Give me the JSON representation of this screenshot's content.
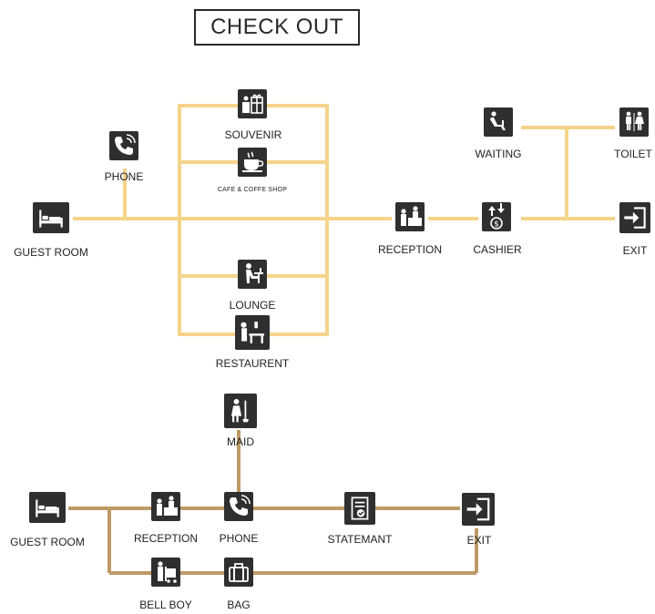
{
  "title": "CHECK OUT",
  "colors": {
    "upper_path": "#f5d48a",
    "lower_path": "#bd9a66",
    "icon_bg": "#2f2f2f"
  },
  "upper_flow": {
    "guest_room": {
      "label": "GUEST ROOM",
      "icon": "bed-icon"
    },
    "phone": {
      "label": "PHONE",
      "icon": "phone-icon"
    },
    "souvenir": {
      "label": "SOUVENIR",
      "icon": "gift-shop-icon"
    },
    "cafe": {
      "label": "CAFE & COFFE SHOP",
      "icon": "coffee-cup-icon"
    },
    "lounge": {
      "label": "LOUNGE",
      "icon": "lounge-icon"
    },
    "restaurent": {
      "label": "RESTAURENT",
      "icon": "restaurant-icon"
    },
    "reception": {
      "label": "RECEPTION",
      "icon": "reception-icon"
    },
    "cashier": {
      "label": "CASHIER",
      "icon": "cashier-icon"
    },
    "waiting": {
      "label": "WAITING",
      "icon": "waiting-icon"
    },
    "toilet": {
      "label": "TOILET",
      "icon": "toilet-icon"
    },
    "exit": {
      "label": "EXIT",
      "icon": "exit-icon"
    }
  },
  "lower_flow": {
    "guest_room": {
      "label": "GUEST ROOM",
      "icon": "bed-icon"
    },
    "reception": {
      "label": "RECEPTION",
      "icon": "reception-icon"
    },
    "phone": {
      "label": "PHONE",
      "icon": "phone-icon"
    },
    "maid": {
      "label": "MAID",
      "icon": "maid-icon"
    },
    "statemant": {
      "label": "STATEMANT",
      "icon": "statement-icon"
    },
    "exit": {
      "label": "EXIT",
      "icon": "exit-icon"
    },
    "bell_boy": {
      "label": "BELL BOY",
      "icon": "bell-boy-icon"
    },
    "bag": {
      "label": "BAG",
      "icon": "bag-icon"
    }
  }
}
